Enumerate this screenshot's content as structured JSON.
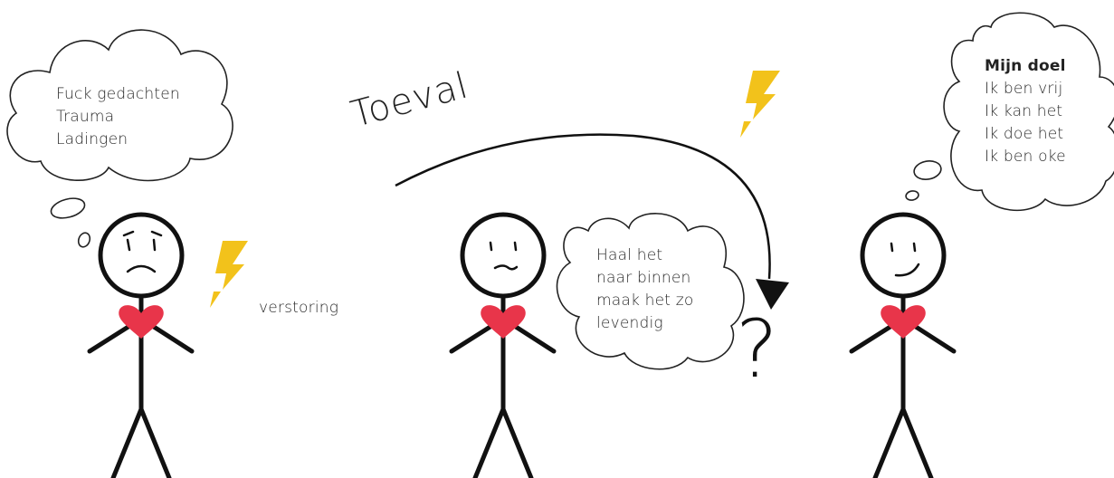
{
  "figures": [
    {
      "name": "sad-figure",
      "thought": [
        "Fuck gedachten",
        "Trauma",
        "Ladingen"
      ]
    },
    {
      "name": "neutral-figure",
      "thought": [
        "Haal het",
        "naar binnen",
        "maak het zo",
        "levendig"
      ]
    },
    {
      "name": "happy-figure",
      "thought_title": "Mijn doel",
      "thought": [
        "Ik ben vrij",
        "Ik kan het",
        "Ik doe het",
        "Ik ben oke"
      ]
    }
  ],
  "disturbance_label": "verstoring",
  "arrow_label": "Toeval",
  "question_mark": "?",
  "colors": {
    "heart": "#e8354a",
    "lightning": "#f2c21b",
    "ink": "#111111",
    "text": "#2b2b2b"
  }
}
